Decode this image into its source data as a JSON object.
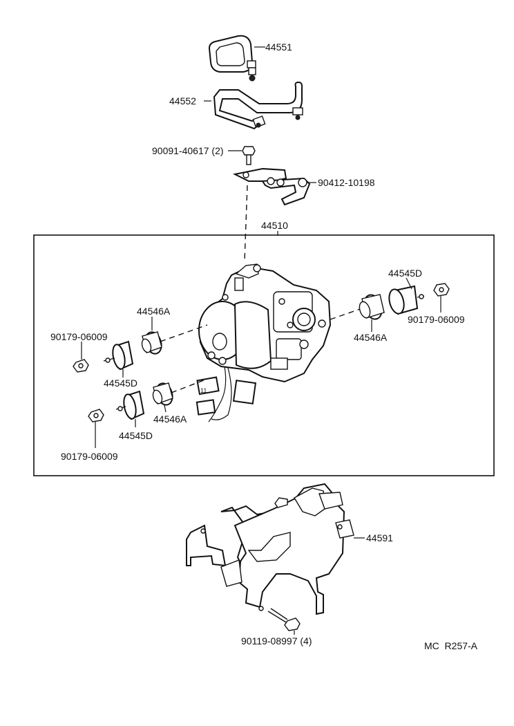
{
  "callouts": {
    "hose_upper": "44551",
    "pipe": "44552",
    "bolt_bracket": "90091-40617 (2)",
    "bracket_clip": "90412-10198",
    "actuator_assy": "44510",
    "cushion_right": "44545D",
    "nut_right": "90179-06009",
    "collar_right": "44546A",
    "collar_left_top": "44546A",
    "nut_left_top": "90179-06009",
    "cushion_left_top": "44545D",
    "collar_left_bottom": "44546A",
    "cushion_left_bottom": "44545D",
    "nut_left_bottom": "90179-06009",
    "bracket_main": "44591",
    "bolt_bracket_main": "90119-08997 (4)"
  },
  "footer": {
    "code": "MC  R257-A"
  }
}
